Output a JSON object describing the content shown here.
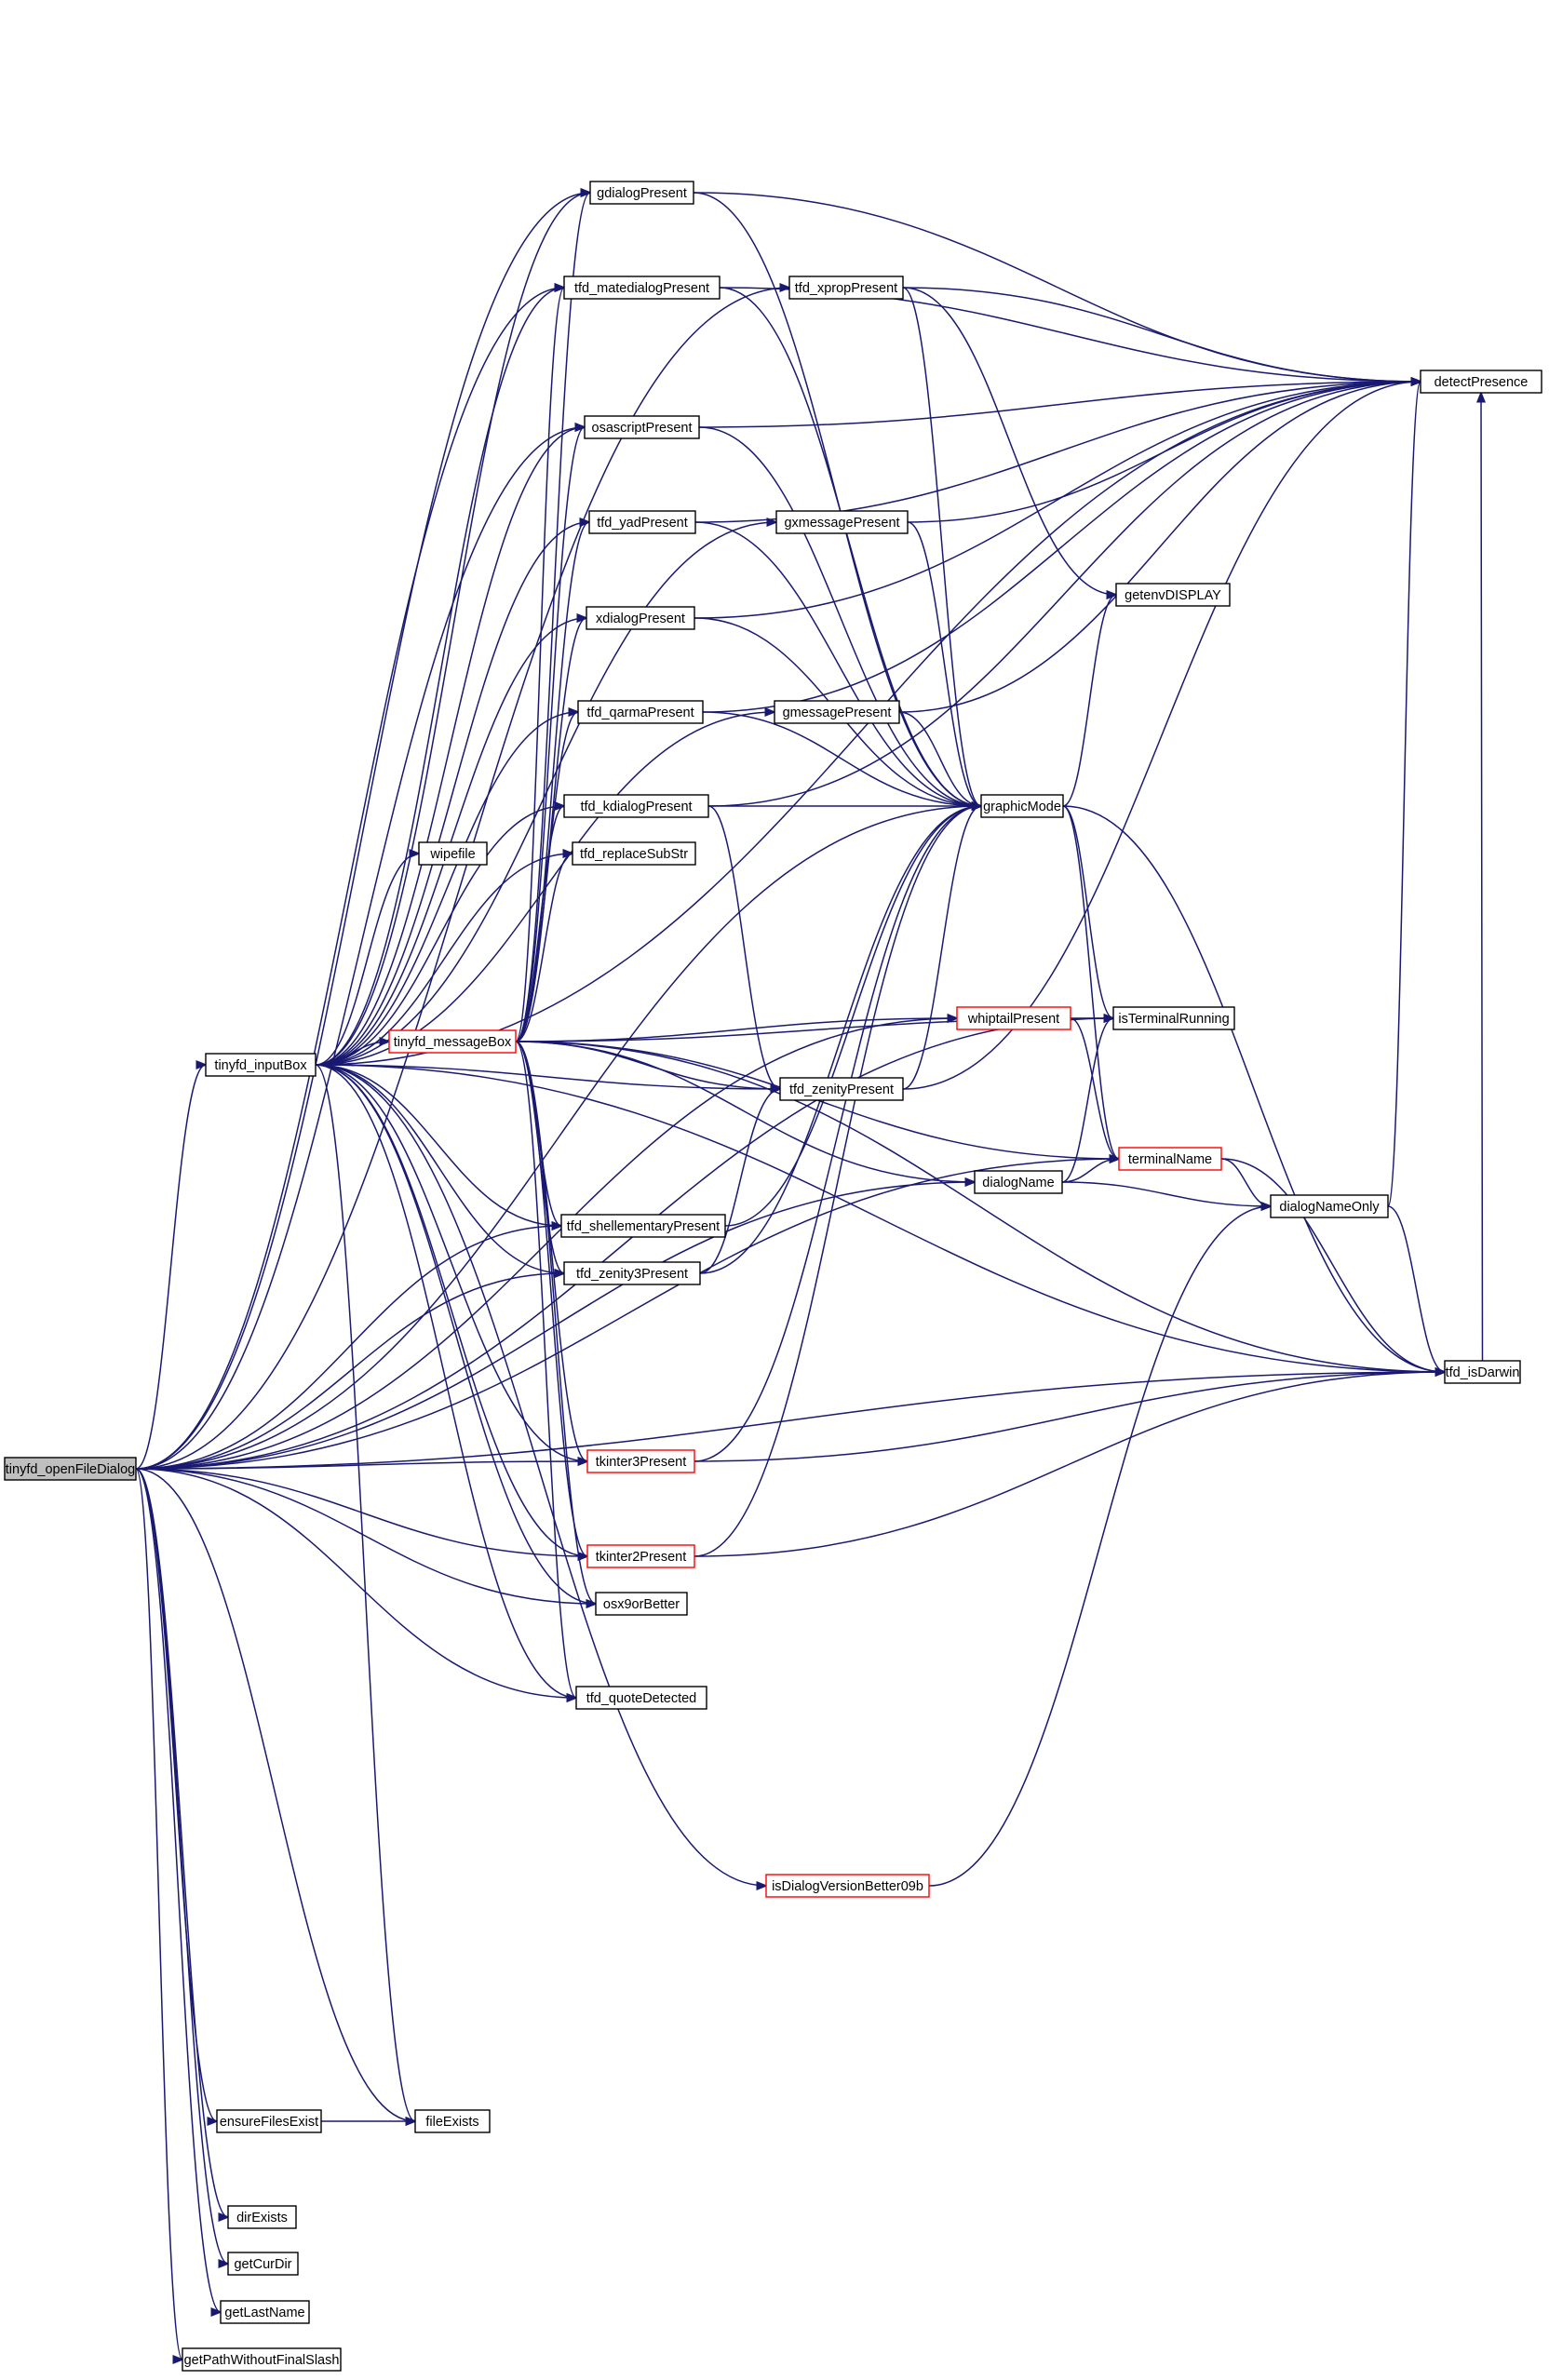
{
  "graph": {
    "edge_color": "#191970",
    "highlight_color": "#ff0000",
    "root_fill": "#bfbfbf",
    "nodes": [
      {
        "id": "openFileDialog",
        "label": "tinyfd_openFileDialog",
        "root": true,
        "red": false
      },
      {
        "id": "inputBox",
        "label": "tinyfd_inputBox",
        "red": false
      },
      {
        "id": "messageBox",
        "label": "tinyfd_messageBox",
        "red": true
      },
      {
        "id": "wipefile",
        "label": "wipefile",
        "red": false
      },
      {
        "id": "gdialogPresent",
        "label": "gdialogPresent",
        "red": false
      },
      {
        "id": "matedialogPresent",
        "label": "tfd_matedialogPresent",
        "red": false
      },
      {
        "id": "osascriptPresent",
        "label": "osascriptPresent",
        "red": false
      },
      {
        "id": "yadPresent",
        "label": "tfd_yadPresent",
        "red": false
      },
      {
        "id": "xdialogPresent",
        "label": "xdialogPresent",
        "red": false
      },
      {
        "id": "qarmaPresent",
        "label": "tfd_qarmaPresent",
        "red": false
      },
      {
        "id": "kdialogPresent",
        "label": "tfd_kdialogPresent",
        "red": false
      },
      {
        "id": "replaceSubStr",
        "label": "tfd_replaceSubStr",
        "red": false
      },
      {
        "id": "shellementaryPresent",
        "label": "tfd_shellementaryPresent",
        "red": false
      },
      {
        "id": "zenity3Present",
        "label": "tfd_zenity3Present",
        "red": false
      },
      {
        "id": "tkinter3Present",
        "label": "tkinter3Present",
        "red": true
      },
      {
        "id": "tkinter2Present",
        "label": "tkinter2Present",
        "red": true
      },
      {
        "id": "osx9orBetter",
        "label": "osx9orBetter",
        "red": false
      },
      {
        "id": "quoteDetected",
        "label": "tfd_quoteDetected",
        "red": false
      },
      {
        "id": "isDialogVersionBetter09b",
        "label": "isDialogVersionBetter09b",
        "red": true
      },
      {
        "id": "ensureFilesExist",
        "label": "ensureFilesExist",
        "red": false
      },
      {
        "id": "fileExists",
        "label": "fileExists",
        "red": false
      },
      {
        "id": "dirExists",
        "label": "dirExists",
        "red": false
      },
      {
        "id": "getCurDir",
        "label": "getCurDir",
        "red": false
      },
      {
        "id": "getLastName",
        "label": "getLastName",
        "red": false
      },
      {
        "id": "getPathWithoutFinalSlash",
        "label": "getPathWithoutFinalSlash",
        "red": false
      },
      {
        "id": "xpropPresent",
        "label": "tfd_xpropPresent",
        "red": false
      },
      {
        "id": "gxmessagePresent",
        "label": "gxmessagePresent",
        "red": false
      },
      {
        "id": "gmessagePresent",
        "label": "gmessagePresent",
        "red": false
      },
      {
        "id": "zenityPresent",
        "label": "tfd_zenityPresent",
        "red": false
      },
      {
        "id": "whiptailPresent",
        "label": "whiptailPresent",
        "red": true
      },
      {
        "id": "dialogName",
        "label": "dialogName",
        "red": false
      },
      {
        "id": "graphicMode",
        "label": "graphicMode",
        "red": false
      },
      {
        "id": "getenvDISPLAY",
        "label": "getenvDISPLAY",
        "red": false
      },
      {
        "id": "isTerminalRunning",
        "label": "isTerminalRunning",
        "red": false
      },
      {
        "id": "terminalName",
        "label": "terminalName",
        "red": true
      },
      {
        "id": "dialogNameOnly",
        "label": "dialogNameOnly",
        "red": false
      },
      {
        "id": "detectPresence",
        "label": "detectPresence",
        "red": false
      },
      {
        "id": "isDarwin",
        "label": "tfd_isDarwin",
        "red": false
      }
    ],
    "edges": [
      [
        "openFileDialog",
        "inputBox"
      ],
      [
        "openFileDialog",
        "gdialogPresent"
      ],
      [
        "openFileDialog",
        "matedialogPresent"
      ],
      [
        "openFileDialog",
        "osascriptPresent"
      ],
      [
        "openFileDialog",
        "xpropPresent"
      ],
      [
        "openFileDialog",
        "isTerminalRunning"
      ],
      [
        "openFileDialog",
        "shellementaryPresent"
      ],
      [
        "openFileDialog",
        "zenity3Present"
      ],
      [
        "openFileDialog",
        "graphicMode"
      ],
      [
        "openFileDialog",
        "whiptailPresent"
      ],
      [
        "openFileDialog",
        "tkinter3Present"
      ],
      [
        "openFileDialog",
        "tkinter2Present"
      ],
      [
        "openFileDialog",
        "osx9orBetter"
      ],
      [
        "openFileDialog",
        "quoteDetected"
      ],
      [
        "openFileDialog",
        "dialogName"
      ],
      [
        "openFileDialog",
        "terminalName"
      ],
      [
        "openFileDialog",
        "isDarwin"
      ],
      [
        "openFileDialog",
        "ensureFilesExist"
      ],
      [
        "openFileDialog",
        "fileExists"
      ],
      [
        "openFileDialog",
        "dirExists"
      ],
      [
        "openFileDialog",
        "getCurDir"
      ],
      [
        "openFileDialog",
        "getLastName"
      ],
      [
        "openFileDialog",
        "getPathWithoutFinalSlash"
      ],
      [
        "inputBox",
        "messageBox"
      ],
      [
        "inputBox",
        "wipefile"
      ],
      [
        "inputBox",
        "gdialogPresent"
      ],
      [
        "inputBox",
        "matedialogPresent"
      ],
      [
        "inputBox",
        "osascriptPresent"
      ],
      [
        "inputBox",
        "yadPresent"
      ],
      [
        "inputBox",
        "xdialogPresent"
      ],
      [
        "inputBox",
        "qarmaPresent"
      ],
      [
        "inputBox",
        "kdialogPresent"
      ],
      [
        "inputBox",
        "replaceSubStr"
      ],
      [
        "inputBox",
        "shellementaryPresent"
      ],
      [
        "inputBox",
        "zenity3Present"
      ],
      [
        "inputBox",
        "tkinter3Present"
      ],
      [
        "inputBox",
        "tkinter2Present"
      ],
      [
        "inputBox",
        "osx9orBetter"
      ],
      [
        "inputBox",
        "quoteDetected"
      ],
      [
        "inputBox",
        "isDialogVersionBetter09b"
      ],
      [
        "inputBox",
        "fileExists"
      ],
      [
        "inputBox",
        "gxmessagePresent"
      ],
      [
        "inputBox",
        "gmessagePresent"
      ],
      [
        "inputBox",
        "zenityPresent"
      ],
      [
        "inputBox",
        "isDarwin"
      ],
      [
        "inputBox",
        "detectPresence"
      ],
      [
        "messageBox",
        "gdialogPresent"
      ],
      [
        "messageBox",
        "matedialogPresent"
      ],
      [
        "messageBox",
        "osascriptPresent"
      ],
      [
        "messageBox",
        "yadPresent"
      ],
      [
        "messageBox",
        "xdialogPresent"
      ],
      [
        "messageBox",
        "qarmaPresent"
      ],
      [
        "messageBox",
        "kdialogPresent"
      ],
      [
        "messageBox",
        "replaceSubStr"
      ],
      [
        "messageBox",
        "shellementaryPresent"
      ],
      [
        "messageBox",
        "zenity3Present"
      ],
      [
        "messageBox",
        "tkinter3Present"
      ],
      [
        "messageBox",
        "tkinter2Present"
      ],
      [
        "messageBox",
        "osx9orBetter"
      ],
      [
        "messageBox",
        "quoteDetected"
      ],
      [
        "messageBox",
        "whiptailPresent"
      ],
      [
        "messageBox",
        "isTerminalRunning"
      ],
      [
        "messageBox",
        "zenityPresent"
      ],
      [
        "messageBox",
        "terminalName"
      ],
      [
        "messageBox",
        "dialogName"
      ],
      [
        "messageBox",
        "isDarwin"
      ],
      [
        "gdialogPresent",
        "detectPresence"
      ],
      [
        "gdialogPresent",
        "graphicMode"
      ],
      [
        "matedialogPresent",
        "detectPresence"
      ],
      [
        "matedialogPresent",
        "graphicMode"
      ],
      [
        "osascriptPresent",
        "detectPresence"
      ],
      [
        "osascriptPresent",
        "graphicMode"
      ],
      [
        "yadPresent",
        "detectPresence"
      ],
      [
        "yadPresent",
        "graphicMode"
      ],
      [
        "xdialogPresent",
        "detectPresence"
      ],
      [
        "xdialogPresent",
        "graphicMode"
      ],
      [
        "qarmaPresent",
        "detectPresence"
      ],
      [
        "qarmaPresent",
        "graphicMode"
      ],
      [
        "kdialogPresent",
        "detectPresence"
      ],
      [
        "kdialogPresent",
        "graphicMode"
      ],
      [
        "kdialogPresent",
        "zenityPresent"
      ],
      [
        "shellementaryPresent",
        "graphicMode"
      ],
      [
        "zenity3Present",
        "zenityPresent"
      ],
      [
        "zenity3Present",
        "graphicMode"
      ],
      [
        "tkinter3Present",
        "graphicMode"
      ],
      [
        "tkinter3Present",
        "isDarwin"
      ],
      [
        "tkinter2Present",
        "graphicMode"
      ],
      [
        "tkinter2Present",
        "isDarwin"
      ],
      [
        "isDialogVersionBetter09b",
        "dialogNameOnly"
      ],
      [
        "xpropPresent",
        "detectPresence"
      ],
      [
        "xpropPresent",
        "graphicMode"
      ],
      [
        "xpropPresent",
        "getenvDISPLAY"
      ],
      [
        "gxmessagePresent",
        "detectPresence"
      ],
      [
        "gxmessagePresent",
        "graphicMode"
      ],
      [
        "gmessagePresent",
        "detectPresence"
      ],
      [
        "gmessagePresent",
        "graphicMode"
      ],
      [
        "zenityPresent",
        "detectPresence"
      ],
      [
        "zenityPresent",
        "graphicMode"
      ],
      [
        "whiptailPresent",
        "isTerminalRunning"
      ],
      [
        "whiptailPresent",
        "terminalName"
      ],
      [
        "dialogName",
        "terminalName"
      ],
      [
        "dialogName",
        "dialogNameOnly"
      ],
      [
        "dialogName",
        "isTerminalRunning"
      ],
      [
        "graphicMode",
        "getenvDISPLAY"
      ],
      [
        "graphicMode",
        "isTerminalRunning"
      ],
      [
        "graphicMode",
        "terminalName"
      ],
      [
        "graphicMode",
        "isDarwin"
      ],
      [
        "terminalName",
        "dialogNameOnly"
      ],
      [
        "terminalName",
        "isDarwin"
      ],
      [
        "dialogNameOnly",
        "isDarwin"
      ],
      [
        "dialogNameOnly",
        "detectPresence"
      ],
      [
        "isDarwin",
        "detectPresence"
      ],
      [
        "ensureFilesExist",
        "fileExists"
      ]
    ]
  }
}
